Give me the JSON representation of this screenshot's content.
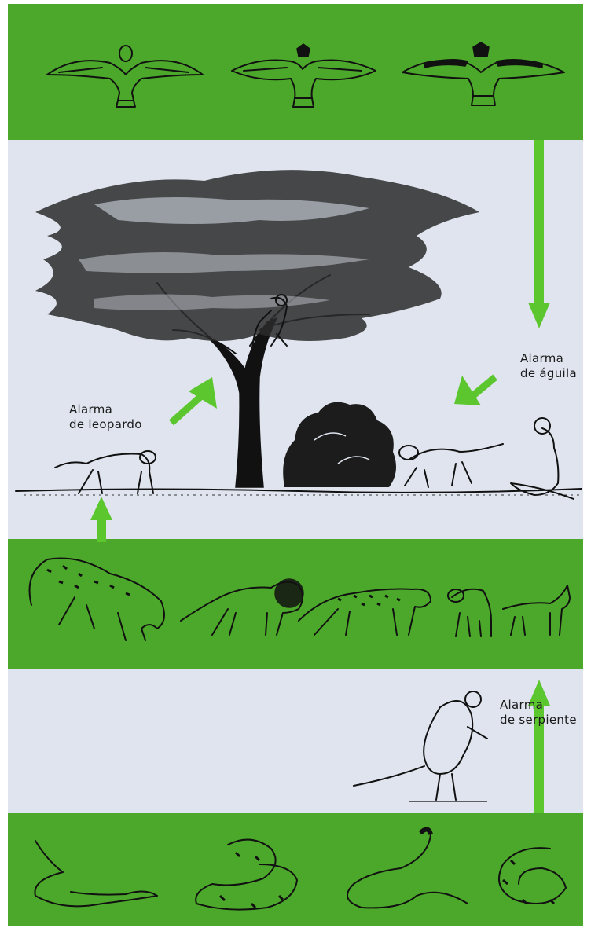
{
  "labels": {
    "eagle_alarm": [
      "Alarma",
      "de águila"
    ],
    "leopard_alarm": [
      "Alarma",
      "de leopardo"
    ],
    "snake_alarm": [
      "Alarma",
      "de serpiente"
    ]
  },
  "colors": {
    "band_green": "#4ca82a",
    "arrow_green": "#5cc62e",
    "sky": "#dfe4ee",
    "ink": "#111111"
  },
  "icons": [
    "eagle-icon",
    "acacia-tree-icon",
    "bush-icon",
    "vervet-monkey-icon",
    "leopard-icon",
    "lion-icon",
    "cheetah-icon",
    "hyena-icon",
    "jackal-icon",
    "snake-icon"
  ]
}
